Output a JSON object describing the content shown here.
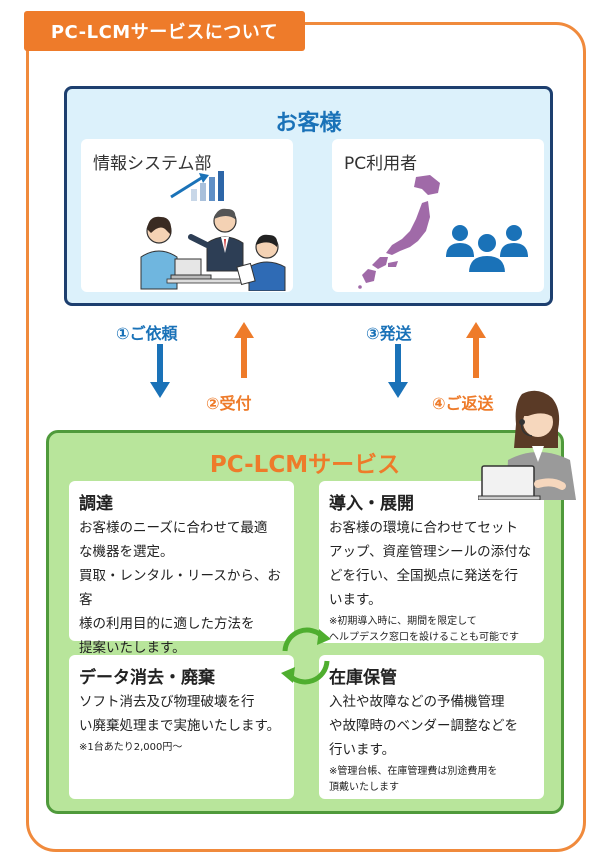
{
  "header": {
    "title": "PC-LCMサービスについて"
  },
  "customer": {
    "title": "お客様",
    "left_panel_label": "情報システム部",
    "right_panel_label": "PC利用者"
  },
  "flows": {
    "step1": "①ご依頼",
    "step2": "②受付",
    "step3": "③発送",
    "step4": "④ご返送"
  },
  "lcm": {
    "title": "PC-LCMサービス",
    "procure": {
      "title": "調達",
      "lines": [
        "お客様のニーズに合わせて最適",
        "な機器を選定。",
        "買取・レンタル・リースから、お客",
        "様の利用目的に適した方法を",
        "提案いたします。"
      ]
    },
    "install": {
      "title": "導入・展開",
      "lines": [
        "お客様の環境に合わせてセット",
        "アップ、資産管理シールの添付な",
        "どを行い、全国拠点に発送を行",
        "います。"
      ],
      "notes": [
        "※初期導入時に、期間を限定して",
        "ヘルプデスク窓口を設けることも可能です"
      ]
    },
    "erase": {
      "title": "データ消去・廃棄",
      "lines": [
        "ソフト消去及び物理破壊を行",
        "い廃棄処理まで実施いたします。"
      ],
      "notes": [
        "※1台あたり2,000円～"
      ]
    },
    "storage": {
      "title": "在庫保管",
      "lines": [
        "入社や故障などの予備機管理",
        "や故障時のベンダー調整などを",
        "行います。"
      ],
      "notes": [
        "※管理台帳、在庫管理費は別途費用を",
        "頂戴いたします"
      ]
    }
  },
  "colors": {
    "orange": "#ee7b2a",
    "blue": "#1a72b8",
    "navy": "#1d3f6f",
    "green_bg": "#b8e59b",
    "green_border": "#4f9a3b",
    "purple_map": "#a06aa8"
  },
  "icons": {
    "chart": "bar-chart-rising-icon",
    "meeting": "business-meeting-illustration",
    "japan": "japan-map-icon",
    "users": "users-group-icon",
    "operator": "helpdesk-operator-illustration",
    "cycle": "cycle-arrows-icon"
  }
}
